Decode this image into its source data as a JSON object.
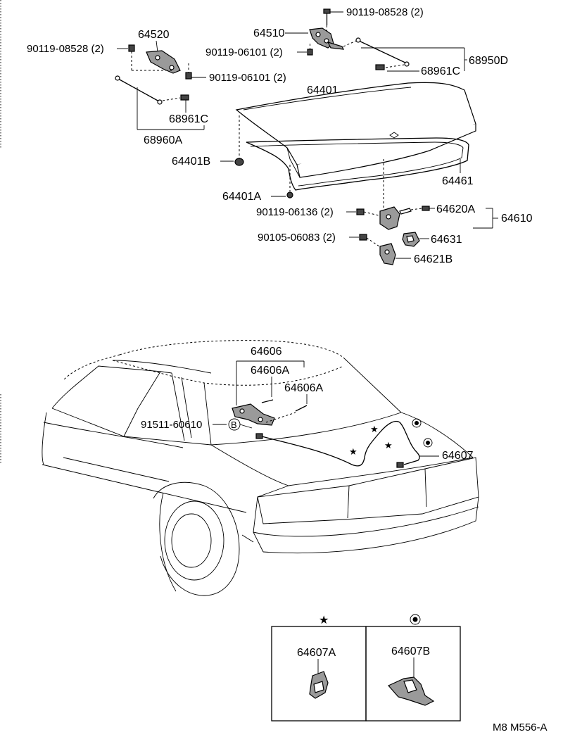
{
  "labels": {
    "bolt_90119_08528_top": "90119-08528 (2)",
    "hinge_rh": "64510",
    "bolt_90119_06101_top": "90119-06101 (2)",
    "stay_set_rh": "68950D",
    "stay_rh": "68961C",
    "hinge_lh": "64520",
    "bolt_90119_08528_left": "90119-08528 (2)",
    "bolt_90119_06101_left": "90119-06101 (2)",
    "stay_lh": "68961C",
    "stay_set_lh": "68960A",
    "lid": "64401",
    "lid_bumper_b": "64401B",
    "weatherstrip": "64461",
    "lid_bumper_a": "64401A",
    "bolt_90119_06136": "90119-06136 (2)",
    "lock_sub": "64620A",
    "lock_assy": "64610",
    "bolt_90105_06083": "90105-06083 (2)",
    "lock_clip": "64631",
    "striker": "64621B",
    "opener_lever": "64606",
    "opener_spring_1": "64606A",
    "opener_spring_2": "64606A",
    "screw_91511_60610": "91511-60610",
    "screw_marker": "B",
    "cable": "64607",
    "clamp_a": "64607A",
    "clamp_b": "64607B",
    "star_symbol": "★",
    "drawing_code": "M8 M556-A"
  }
}
